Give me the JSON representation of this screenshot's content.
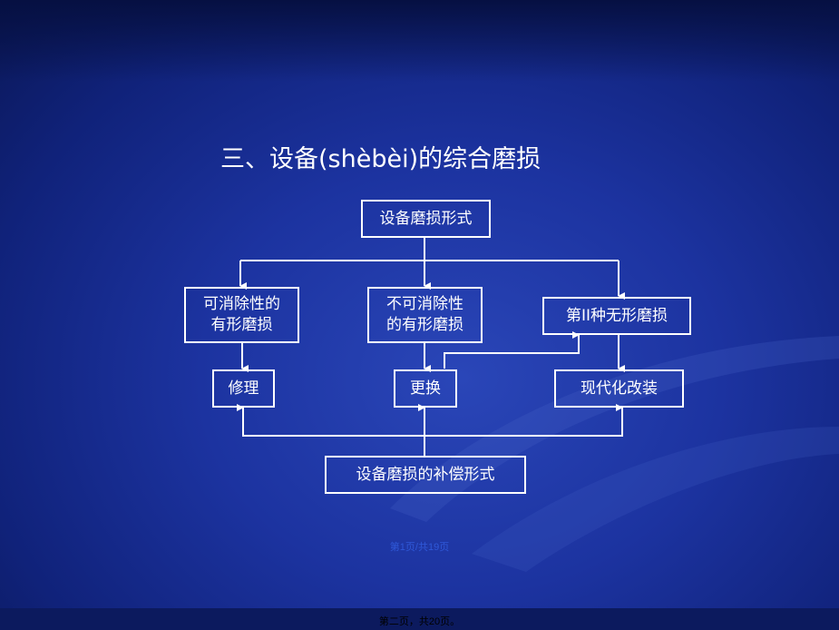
{
  "title": "三、设备(shèbèi)的综合磨损",
  "boxes": {
    "root": "设备磨损形式",
    "eliminable": "可消除性的\n有形磨损",
    "non_eliminable": "不可消除性\n的有形磨损",
    "second_intangible": "第II种无形磨损",
    "repair": "修理",
    "replace": "更换",
    "modernize": "现代化改装",
    "compensation": "设备磨损的补偿形式"
  },
  "page_indicator": "第1页/共19页",
  "footer": "第二页，共20页。",
  "colors": {
    "background": "#1c33a0",
    "line": "#ffffff",
    "text": "#ffffff"
  }
}
